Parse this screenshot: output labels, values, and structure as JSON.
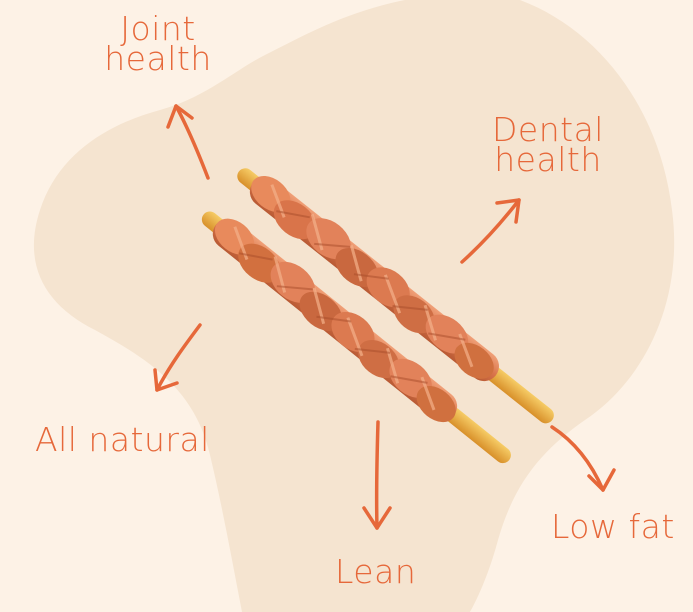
{
  "colors": {
    "background": "#fdf2e6",
    "blob": "#f5e4d0",
    "accent": "#e6683a",
    "stick_meat": "#d9744a",
    "stick_meat_dark": "#b85a34",
    "stick_core": "#eaa93a"
  },
  "benefits": {
    "joint": {
      "line1": "Joint",
      "line2": "health"
    },
    "dental": {
      "line1": "Dental",
      "line2": "health"
    },
    "natural": {
      "text": "All natural"
    },
    "lean": {
      "text": "Lean"
    },
    "lowfat": {
      "text": "Low fat"
    }
  },
  "image": {
    "icon": "chicken-wrapped-chew-sticks"
  }
}
